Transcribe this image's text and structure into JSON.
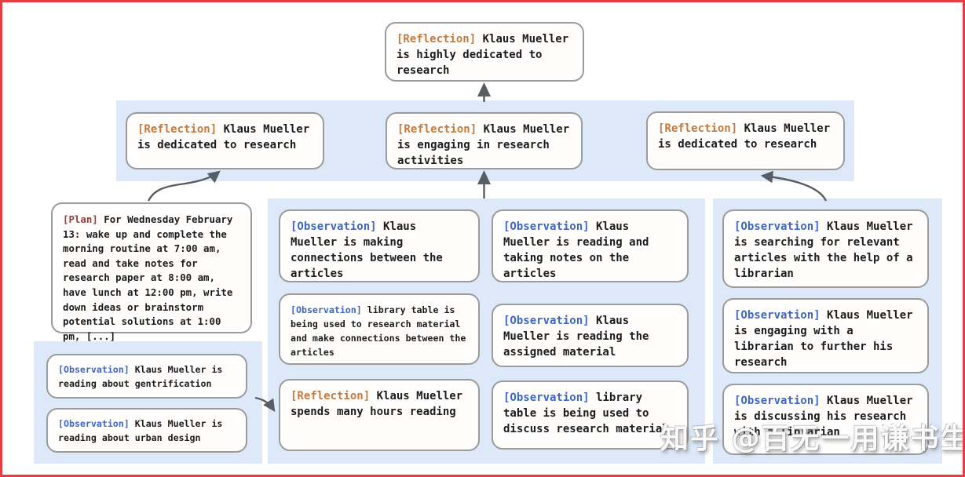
{
  "colors": {
    "frame_border": "#e63c44",
    "band_background": "#dde9f8",
    "node_border": "#9b9b9b",
    "reflection_tag": "#c4793d",
    "observation_tag": "#3d66c8",
    "plan_tag": "#9e3a36",
    "arrow": "#585d63",
    "body_text": "#1c1c1c"
  },
  "nodes": {
    "root": {
      "tag": "[Reflection]",
      "text": "Klaus Mueller is highly dedicated to research"
    },
    "rl": {
      "tag": "[Reflection]",
      "text": "Klaus Mueller is dedicated to research"
    },
    "rm": {
      "tag": "[Reflection]",
      "text": "Klaus Mueller is engaging in research activities"
    },
    "rr": {
      "tag": "[Reflection]",
      "text": "Klaus Mueller is dedicated to research"
    },
    "plan": {
      "tag": "[Plan]",
      "text": "For Wednesday February 13: wake up and complete the morning routine at 7:00 am, read and take notes for research paper at 8:00 am, have lunch at 12:00 pm, write down ideas or brainstorm potential solutions at 1:00 pm, [...]"
    },
    "o1": {
      "tag": "[Observation]",
      "text": "Klaus Mueller is reading about gentrification"
    },
    "o2": {
      "tag": "[Observation]",
      "text": "Klaus Mueller is reading about urban design"
    },
    "a1": {
      "tag": "[Observation]",
      "text": "Klaus Mueller is making connections between the articles"
    },
    "a2": {
      "tag": "[Observation]",
      "text": "library table is being used to research material and make connections between the articles"
    },
    "a3": {
      "tag": "[Reflection]",
      "text": "Klaus Mueller spends many hours reading"
    },
    "b1": {
      "tag": "[Observation]",
      "text": "Klaus Mueller is reading and taking notes on the articles"
    },
    "b2": {
      "tag": "[Observation]",
      "text": "Klaus Mueller is reading the assigned material"
    },
    "b3": {
      "tag": "[Observation]",
      "text": "library table is being used to discuss research material"
    },
    "r1": {
      "tag": "[Observation]",
      "text": "Klaus Mueller is searching for relevant articles with the help of a librarian"
    },
    "r2": {
      "tag": "[Observation]",
      "text": "Klaus Mueller is engaging with a librarian to further his research"
    },
    "r3": {
      "tag": "[Observation]",
      "text": "Klaus Mueller is discussing his research with a librarian"
    }
  },
  "watermark": {
    "text": "知乎 @百无一用谦书生"
  }
}
